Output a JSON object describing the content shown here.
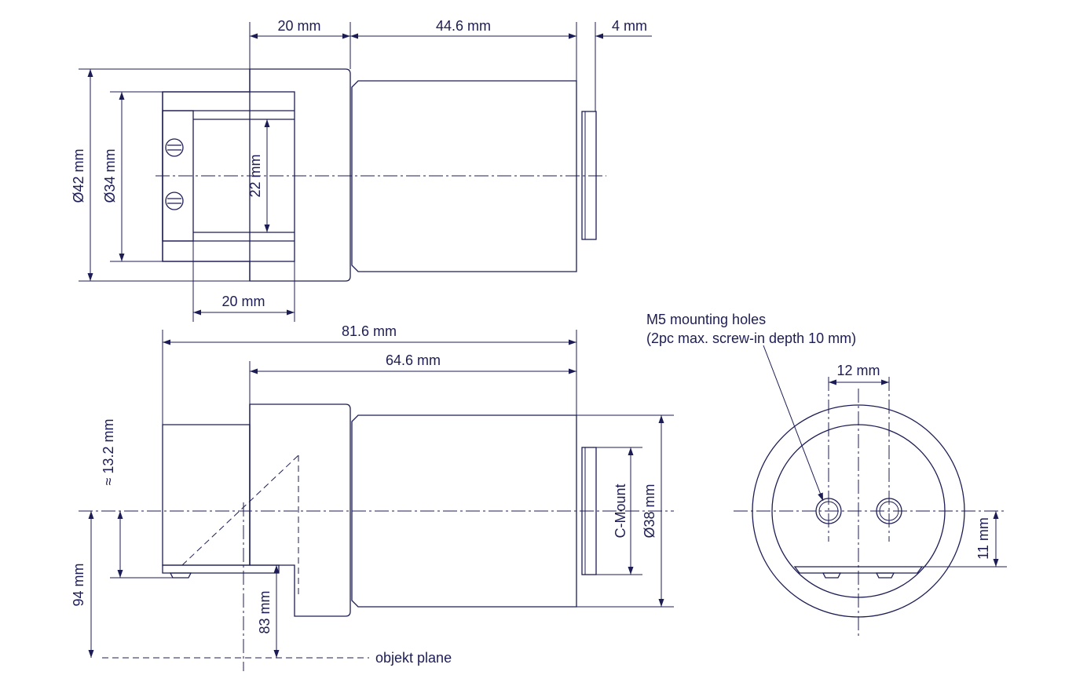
{
  "labels": {
    "top_20mm": "20 mm",
    "top_44_6mm": "44.6 mm",
    "top_4mm": "4 mm",
    "dia_42": "Ø42 mm",
    "dia_34": "Ø34 mm",
    "dim_22": "22 mm",
    "bottom_20mm": "20 mm",
    "len_81_6": "81.6 mm",
    "len_64_6": "64.6 mm",
    "approx_13_2": "≈ 13.2 mm",
    "dim_94": "94 mm",
    "dim_83": "83 mm",
    "objekt_plane": "objekt plane",
    "c_mount": "C-Mount",
    "dia_38": "Ø38 mm",
    "m5_line1": "M5 mounting holes",
    "m5_line2": "(2pc max. screw-in depth 10 mm)",
    "dim_12": "12 mm",
    "dim_11": "11 mm"
  },
  "colors": {
    "line": "#1d1d55",
    "background": "#ffffff"
  }
}
